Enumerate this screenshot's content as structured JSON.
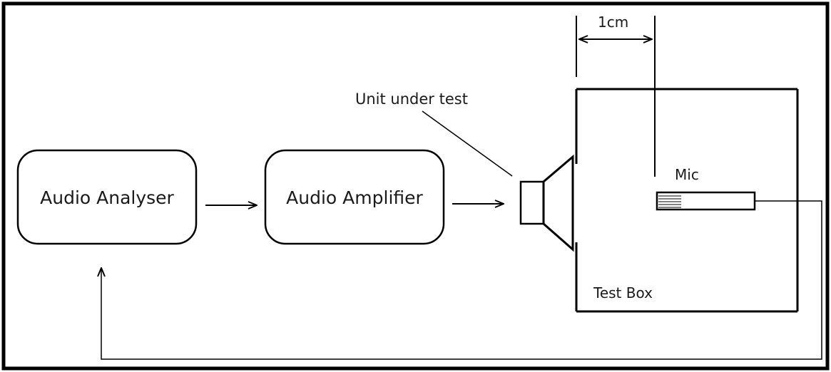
{
  "diagram": {
    "blocks": {
      "analyser": "Audio Analyser",
      "amplifier": "Audio Amplifier"
    },
    "labels": {
      "unit_under_test": "Unit under test",
      "distance": "1cm",
      "mic": "Mic",
      "test_box": "Test Box"
    },
    "colors": {
      "stroke": "#000000",
      "text": "#1a1a1a",
      "background": "#ffffff"
    }
  }
}
